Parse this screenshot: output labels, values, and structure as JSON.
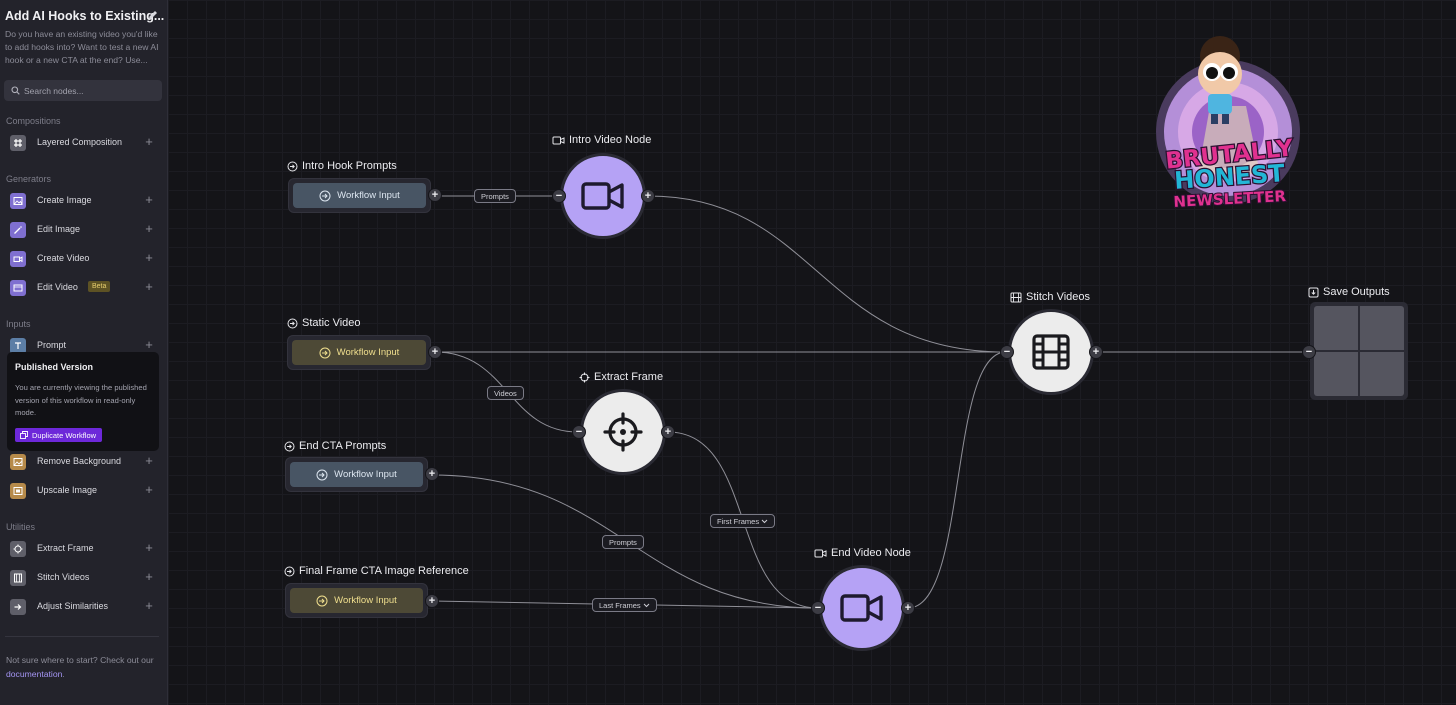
{
  "sidebar": {
    "title": "Add AI Hooks to Existing...",
    "description": "Do you have an existing video you'd like to add hooks into? Want to test a new AI hook or a new CTA at the end? Use...",
    "search_placeholder": "Search nodes...",
    "sections": {
      "compositions": "Compositions",
      "generators": "Generators",
      "inputs": "Inputs",
      "utilities": "Utilities"
    },
    "items": {
      "layered_composition": "Layered Composition",
      "create_image": "Create Image",
      "edit_image": "Edit Image",
      "create_video": "Create Video",
      "edit_video": "Edit Video",
      "edit_video_badge": "Beta",
      "prompt": "Prompt",
      "remove_background": "Remove Background",
      "upscale_image": "Upscale Image",
      "extract_frame": "Extract Frame",
      "stitch_videos": "Stitch Videos",
      "adjust_similarities": "Adjust Similarities"
    },
    "add_symbol": "+",
    "help_text": "Not sure where to start? Check out our",
    "help_link": "documentation",
    "help_end": "."
  },
  "popover": {
    "title": "Published Version",
    "text": "You are currently viewing the published version of this workflow in read-only mode.",
    "button": "Duplicate Workflow"
  },
  "canvas": {
    "nodes": {
      "intro_hook_prompts": {
        "label": "Intro Hook Prompts",
        "button": "Workflow Input"
      },
      "static_video": {
        "label": "Static Video",
        "button": "Workflow Input"
      },
      "end_cta_prompts": {
        "label": "End CTA Prompts",
        "button": "Workflow Input"
      },
      "final_frame": {
        "label": "Final Frame CTA Image Reference",
        "button": "Workflow Input"
      },
      "intro_video_node": {
        "label": "Intro Video Node"
      },
      "extract_frame": {
        "label": "Extract Frame"
      },
      "end_video_node": {
        "label": "End Video Node"
      },
      "stitch_videos": {
        "label": "Stitch Videos"
      },
      "save_outputs": {
        "label": "Save Outputs"
      }
    },
    "edge_labels": {
      "prompts_intro": "Prompts",
      "videos": "Videos",
      "first_frames": "First Frames",
      "prompts_end": "Prompts",
      "last_frames": "Last Frames"
    }
  },
  "logo": {
    "line1": "BRUTALLY",
    "line2": "HONEST",
    "line3": "NEWSLETTER"
  },
  "colors": {
    "accent_purple": "#b5a2f5",
    "button_purple": "#6d28d9",
    "input_blue": "#485564",
    "input_yellow": "#4d4936",
    "logo_pink": "#e0318f",
    "logo_cyan": "#22b6d6"
  }
}
